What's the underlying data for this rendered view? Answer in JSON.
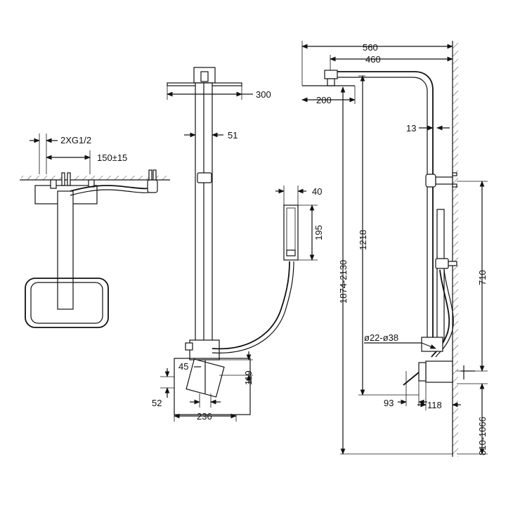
{
  "dimensions": {
    "supply_connection": "2XG1/2",
    "centre_distance": "150±15",
    "rain_head_size": "300",
    "riser_diameter": "51",
    "hand_shower_width": "40",
    "hand_shower_length": "195",
    "valve_offset": "45",
    "valve_height": "119",
    "valve_depth": "52",
    "valve_width": "236",
    "total_projection": "560",
    "arm_projection": "460",
    "head_width": "200",
    "wall_gap": "13",
    "arm_height": "1218",
    "total_height": "1874-2130",
    "bracket_distance": "710",
    "hose_diameter": "ø22-ø38",
    "valve_centre_offset": "93",
    "valve_projection": "118",
    "valve_height_range": "810-1066"
  }
}
